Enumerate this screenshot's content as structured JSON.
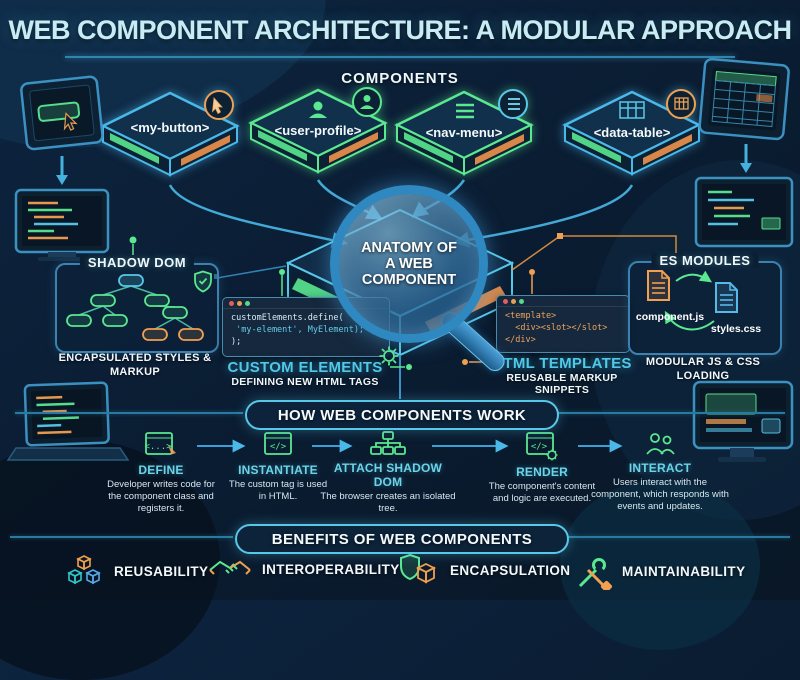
{
  "title": "WEB COMPONENT ARCHITECTURE: A MODULAR APPROACH",
  "components_section": {
    "label": "COMPONENTS",
    "items": [
      {
        "tag": "<my-button>",
        "icon": "pointer-click-icon",
        "accent": "#4ab8e8"
      },
      {
        "tag": "<user-profile>",
        "icon": "user-icon",
        "accent": "#5ae890"
      },
      {
        "tag": "<nav-menu>",
        "icon": "menu-list-icon",
        "accent": "#5ae890"
      },
      {
        "tag": "<data-table>",
        "icon": "table-grid-icon",
        "accent": "#4ab8e8"
      }
    ]
  },
  "magnifier": {
    "label": "ANATOMY OF A WEB COMPONENT"
  },
  "features": {
    "shadow_dom": {
      "title": "SHADOW DOM",
      "caption": "ENCAPSULATED STYLES & MARKUP"
    },
    "custom_elements": {
      "title": "CUSTOM ELEMENTS",
      "caption": "DEFINING NEW HTML TAGS",
      "code": [
        "customElements.define(",
        " 'my-element', MyElement);",
        ");"
      ]
    },
    "html_templates": {
      "title": "HTML TEMPLATES",
      "caption": "REUSABLE MARKUP SNIPPETS",
      "code": [
        "<template>",
        "  <div><slot></slot>",
        "</div>"
      ]
    },
    "es_modules": {
      "title": "ES MODULES",
      "caption": "MODULAR JS & CSS LOADING",
      "files": [
        "component.js",
        "styles.css"
      ]
    }
  },
  "how_section": {
    "title": "HOW WEB COMPONENTS WORK",
    "steps": [
      {
        "name": "DEFINE",
        "desc": "Developer writes code for the component class and registers it.",
        "glyph": "<...>"
      },
      {
        "name": "INSTANTIATE",
        "desc": "The custom tag is used in HTML.",
        "glyph": "</>"
      },
      {
        "name": "ATTACH SHADOW DOM",
        "desc": "The browser creates an isolated tree.",
        "glyph": ""
      },
      {
        "name": "RENDER",
        "desc": "The component's content and logic are executed.",
        "glyph": "</>"
      },
      {
        "name": "INTERACT",
        "desc": "Users interact with the component, which responds with events and updates.",
        "glyph": ""
      }
    ]
  },
  "benefits_section": {
    "title": "BENEFITS OF WEB COMPONENTS",
    "items": [
      {
        "label": "REUSABILITY",
        "icon": "cubes-icon"
      },
      {
        "label": "INTEROPERABILITY",
        "icon": "handshake-icon"
      },
      {
        "label": "ENCAPSULATION",
        "icon": "shield-box-icon"
      },
      {
        "label": "MAINTAINABILITY",
        "icon": "tools-icon"
      }
    ]
  },
  "colors": {
    "background": "#0b1f33",
    "accent_cyan": "#54c8e8",
    "neon_green": "#5ae890",
    "accent_orange": "#f0924a",
    "accent_blue": "#3aa8e0",
    "title_text": "#c8ecf5"
  }
}
